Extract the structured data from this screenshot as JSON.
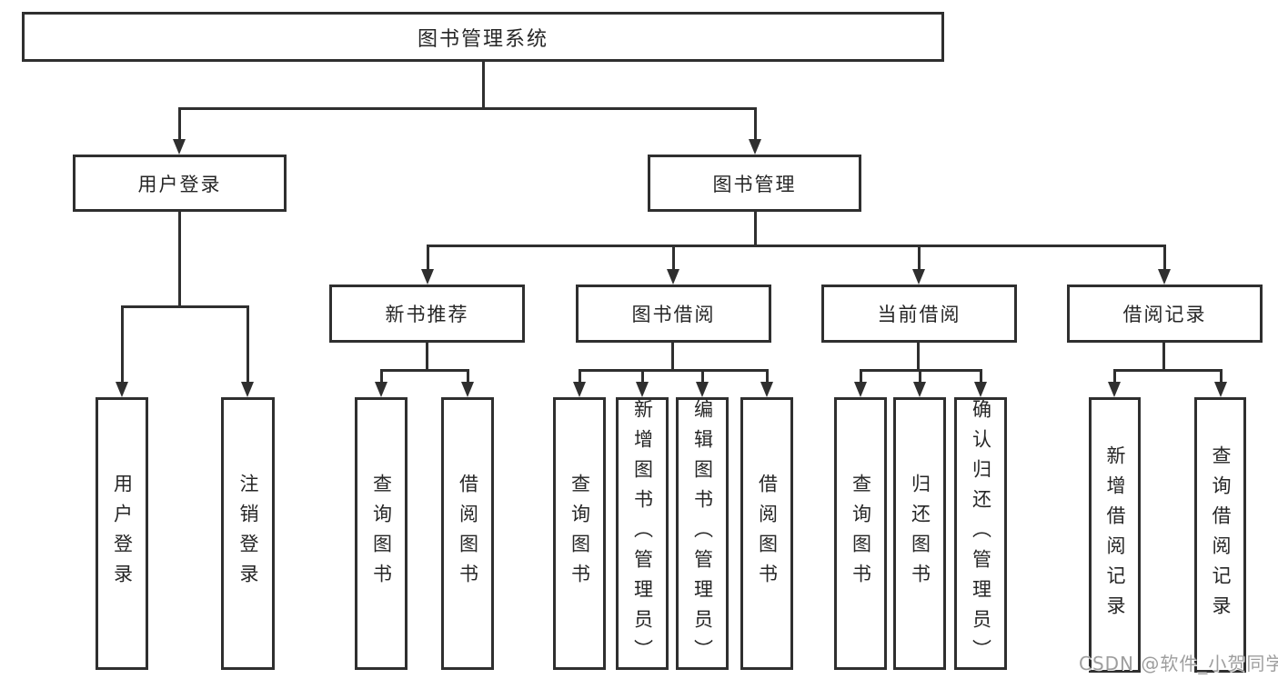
{
  "diagram": {
    "root": {
      "label": "图书管理系统"
    },
    "branches": [
      {
        "label": "用户登录",
        "children": [
          {
            "label": "用户登录"
          },
          {
            "label": "注销登录"
          }
        ]
      },
      {
        "label": "图书管理",
        "children": [
          {
            "label": "新书推荐",
            "children": [
              {
                "label": "查询图书"
              },
              {
                "label": "借阅图书"
              }
            ]
          },
          {
            "label": "图书借阅",
            "children": [
              {
                "label": "查询图书"
              },
              {
                "label": "新增图书（管理员）"
              },
              {
                "label": "编辑图书（管理员）"
              },
              {
                "label": "借阅图书"
              }
            ]
          },
          {
            "label": "当前借阅",
            "children": [
              {
                "label": "查询图书"
              },
              {
                "label": "归还图书"
              },
              {
                "label": "确认归还（管理员）"
              }
            ]
          },
          {
            "label": "借阅记录",
            "children": [
              {
                "label": "新增借阅记录"
              },
              {
                "label": "查询借阅记录"
              }
            ]
          }
        ]
      }
    ]
  },
  "watermark": {
    "text": "CSDN @软件_小贺同学"
  },
  "colors": {
    "line": "#2f2f2f",
    "text": "#262626",
    "background": "#ffffff",
    "watermark": "#9e9e9e"
  }
}
